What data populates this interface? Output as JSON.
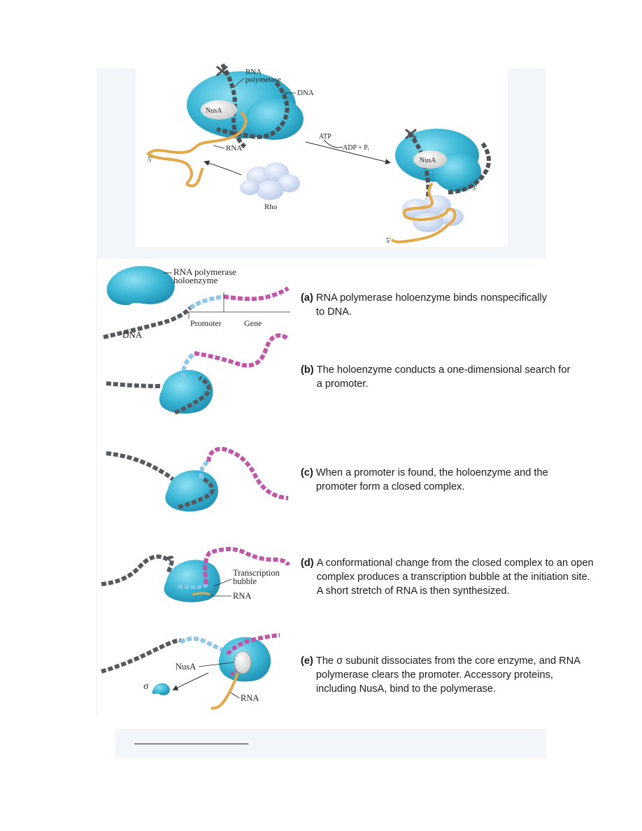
{
  "top_figure": {
    "labels": {
      "rna_polymerase": [
        "RNA",
        "polymerase"
      ],
      "dna": "DNA",
      "nusa_left": "NusA",
      "rna": "RNA",
      "five_prime_left": "5′",
      "rho": "Rho",
      "atp": "ATP",
      "adp_pi": "ADP + Pᵢ",
      "nusa_right": "NusA",
      "three_prime": "3′",
      "five_prime_right": "5′"
    }
  },
  "steps": [
    {
      "letter": "(a)",
      "lines": [
        "RNA polymerase holoenzyme binds nonspecifically",
        "to DNA."
      ],
      "labels": {
        "holoenzyme": [
          "RNA polymerase",
          "holoenzyme"
        ],
        "promoter": "Promoter",
        "gene": "Gene",
        "dna": "DNA"
      }
    },
    {
      "letter": "(b)",
      "lines": [
        "The holoenzyme conducts a one-dimensional search for",
        "a promoter."
      ]
    },
    {
      "letter": "(c)",
      "lines": [
        "When a promoter is found, the holoenzyme and the",
        "promoter form a closed complex."
      ]
    },
    {
      "letter": "(d)",
      "lines": [
        "A conformational change from the closed complex to an open",
        "complex produces a transcription bubble at the initiation site.",
        "A short stretch of RNA is then synthesized."
      ],
      "labels": {
        "bubble": [
          "Transcription",
          "bubble"
        ],
        "rna": "RNA"
      }
    },
    {
      "letter": "(e)",
      "lines": [
        "The σ subunit dissociates from the core enzyme, and RNA",
        "polymerase clears the promoter. Accessory proteins,",
        "including NusA, bind to the polymerase."
      ],
      "labels": {
        "nusa": "NusA",
        "sigma": "σ",
        "rna": "RNA"
      }
    }
  ],
  "colors": {
    "enzyme": "#3cb8d6",
    "dna_dark": "#555a60",
    "dna_promoter": "#8cc6e8",
    "dna_gene": "#c056a8",
    "rna": "#e3a84a",
    "rho": "#d6e2f6"
  }
}
